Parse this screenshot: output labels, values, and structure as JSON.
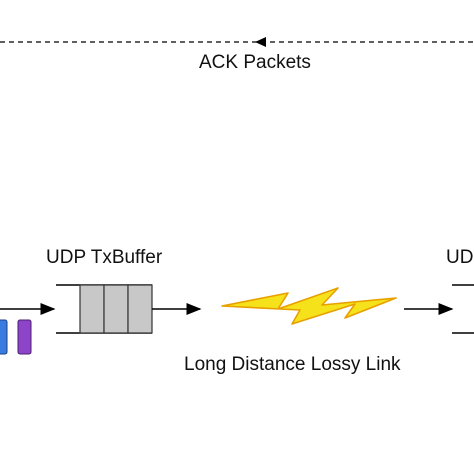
{
  "diagram": {
    "ack_label": "ACK Packets",
    "tx_buffer_label": "UDP TxBuffer",
    "link_label": "Long Distance Lossy Link",
    "rx_buffer_label_partial": "UD",
    "colors": {
      "line": "#000000",
      "buffer_slot_fill": "#c8c8c8",
      "bolt_fill": "#f5e21a",
      "bolt_stroke": "#e8a000",
      "packet_blue": "#3a7be0",
      "packet_purple": "#8e44c9"
    }
  }
}
